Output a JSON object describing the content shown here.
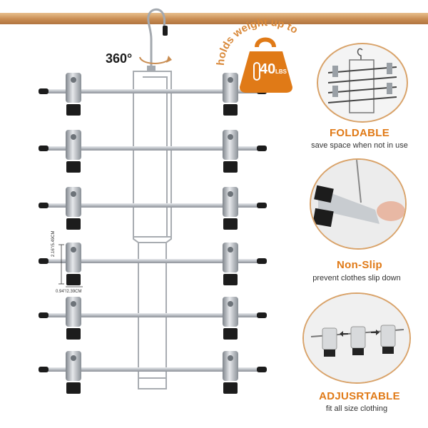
{
  "rotation": {
    "label": "360°"
  },
  "weight_badge": {
    "text": "holds weight up to",
    "value": "40",
    "unit": "LBS"
  },
  "dimensions": {
    "height": "2.16\"/5.49CM",
    "width": "0.94\"/2.39CM"
  },
  "features": [
    {
      "title": "FOLDABLE",
      "subtitle": "save space when not in use",
      "icon": "folded-hanger-photo"
    },
    {
      "title": "Non-Slip",
      "subtitle": "prevent clothes slip down",
      "icon": "clip-closeup-photo"
    },
    {
      "title": "ADJUSRTABLE",
      "subtitle": "fit all size clothing",
      "icon": "sliding-clips-photo"
    }
  ],
  "colors": {
    "accent": "#e07a17",
    "rod": "#c98d52",
    "metal": "#9aa0a6",
    "clip_tip": "#1c1c1c"
  }
}
